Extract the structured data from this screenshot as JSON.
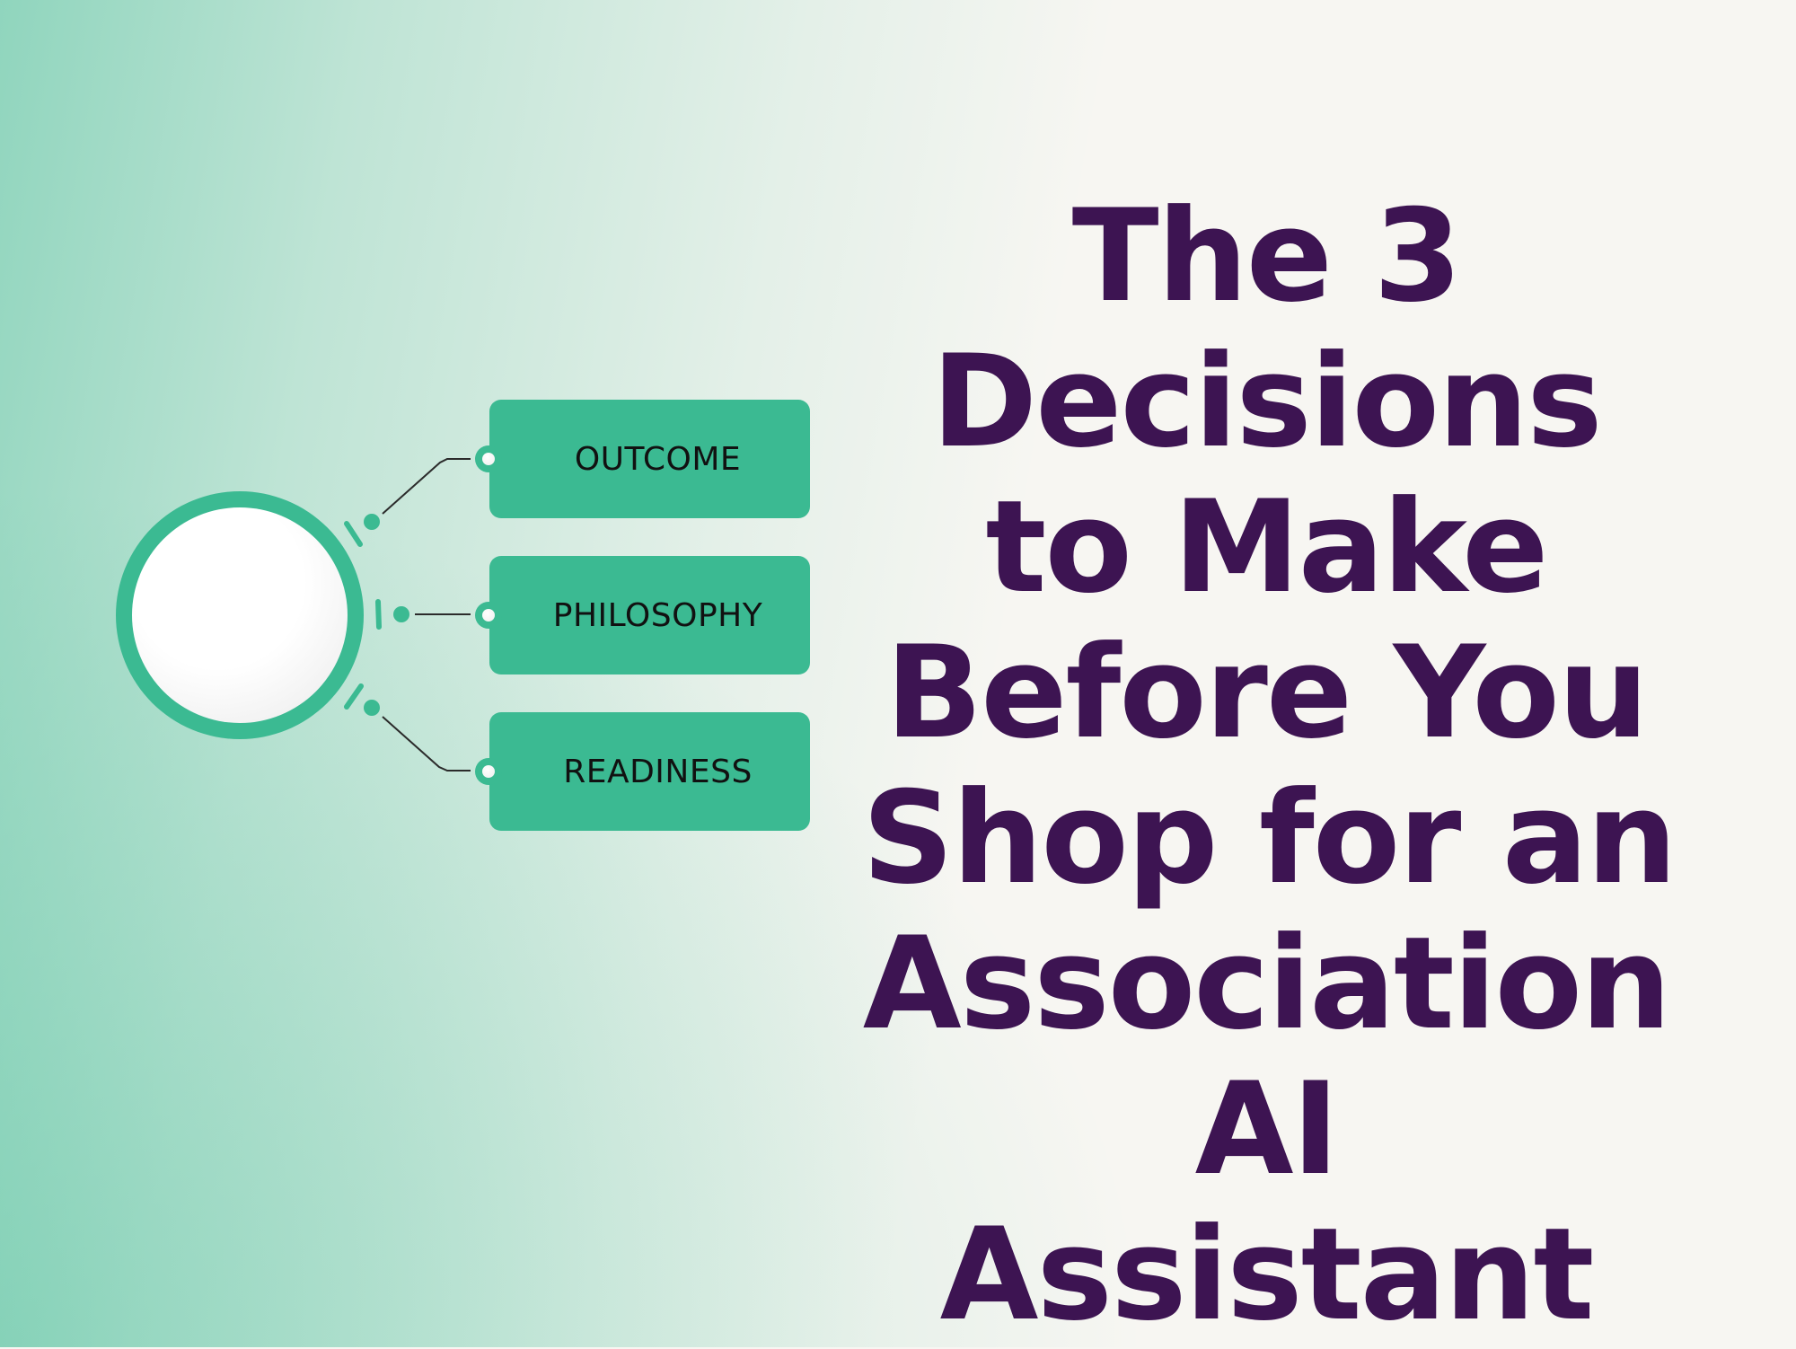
{
  "title": {
    "lines": [
      "The 3",
      "Decisions",
      "to Make",
      "Before You",
      "Shop for an",
      "Association",
      "AI",
      "Assistant"
    ],
    "full_text": "The 3 Decisions to Make Before You Shop for an Association AI Assistant",
    "color": "#3D1452"
  },
  "diagram": {
    "hub": {
      "label": "",
      "ring_color": "#3BBA92"
    },
    "nodes": [
      {
        "label": "OUTCOME"
      },
      {
        "label": "PHILOSOPHY"
      },
      {
        "label": "READINESS"
      }
    ],
    "accent_color": "#3BBA92",
    "connector_color": "#2B2B2B"
  },
  "background": {
    "base_color": "#F7F6F2",
    "gradient_color": "#3BBA92"
  }
}
